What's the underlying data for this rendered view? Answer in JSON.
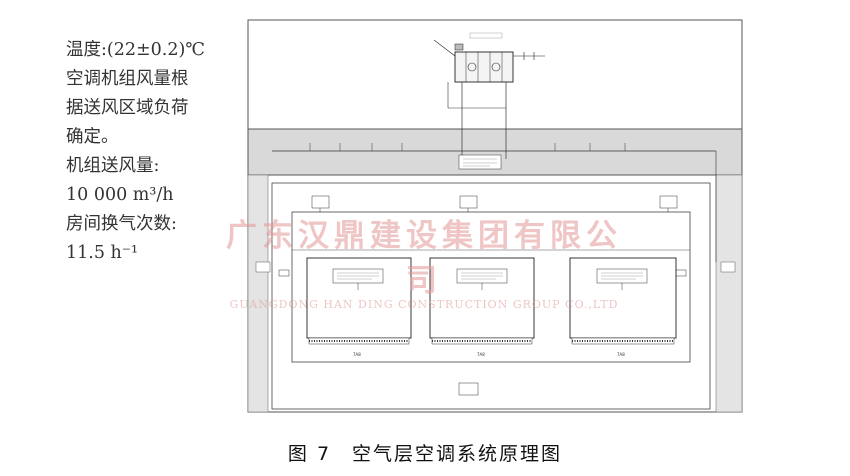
{
  "notes": {
    "temperature": "温度:(22±0.2)℃",
    "airflow_line1": "空调机组风量根",
    "airflow_line2": "据送风区域负荷",
    "airflow_line3": "确定。",
    "supply_label": "机组送风量:",
    "supply_value": "10 000 m³/h",
    "change_label": "房间换气次数:",
    "change_value": "11.5 h⁻¹"
  },
  "watermark": {
    "cn": "广东汉鼎建设集团有限公司",
    "en": "GUANGDONG HAN DING CONSTRUCTION GROUP CO.,LTD"
  },
  "caption": "图 7　空气层空调系统原理图",
  "diagram": {
    "room_label": "7A8",
    "colors": {
      "line": "#333333",
      "corridor": "#d8d8d8",
      "outline": "#444444"
    }
  }
}
